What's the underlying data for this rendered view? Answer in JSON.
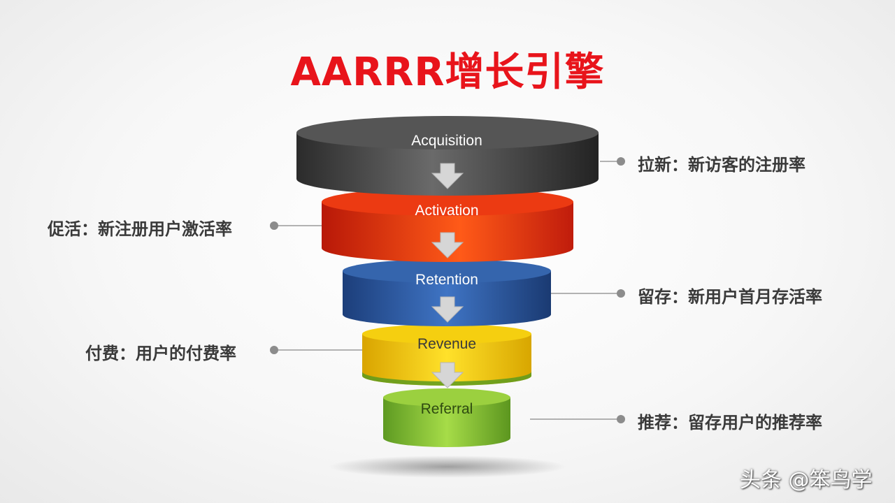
{
  "title": "AARRR增长引擎",
  "stages": [
    {
      "label": "Acquisition"
    },
    {
      "label": "Activation"
    },
    {
      "label": "Retention"
    },
    {
      "label": "Revenue"
    },
    {
      "label": "Referral"
    }
  ],
  "annotations": {
    "acquisition": "拉新：新访客的注册率",
    "activation": "促活：新注册用户激活率",
    "retention": "留存：新用户首月存活率",
    "revenue": "付费：用户的付费率",
    "referral": "推荐：留存用户的推荐率"
  },
  "colors": {
    "title": "#e8141b",
    "acquisition": "#4a4a4a",
    "activation": "#e02a10",
    "retention": "#2a5aa0",
    "revenue": "#f2c400",
    "referral": "#86c23a",
    "arrow": "#d9d9d9",
    "connector": "#9a9a9a"
  },
  "watermark": "头条 @笨鸟学"
}
